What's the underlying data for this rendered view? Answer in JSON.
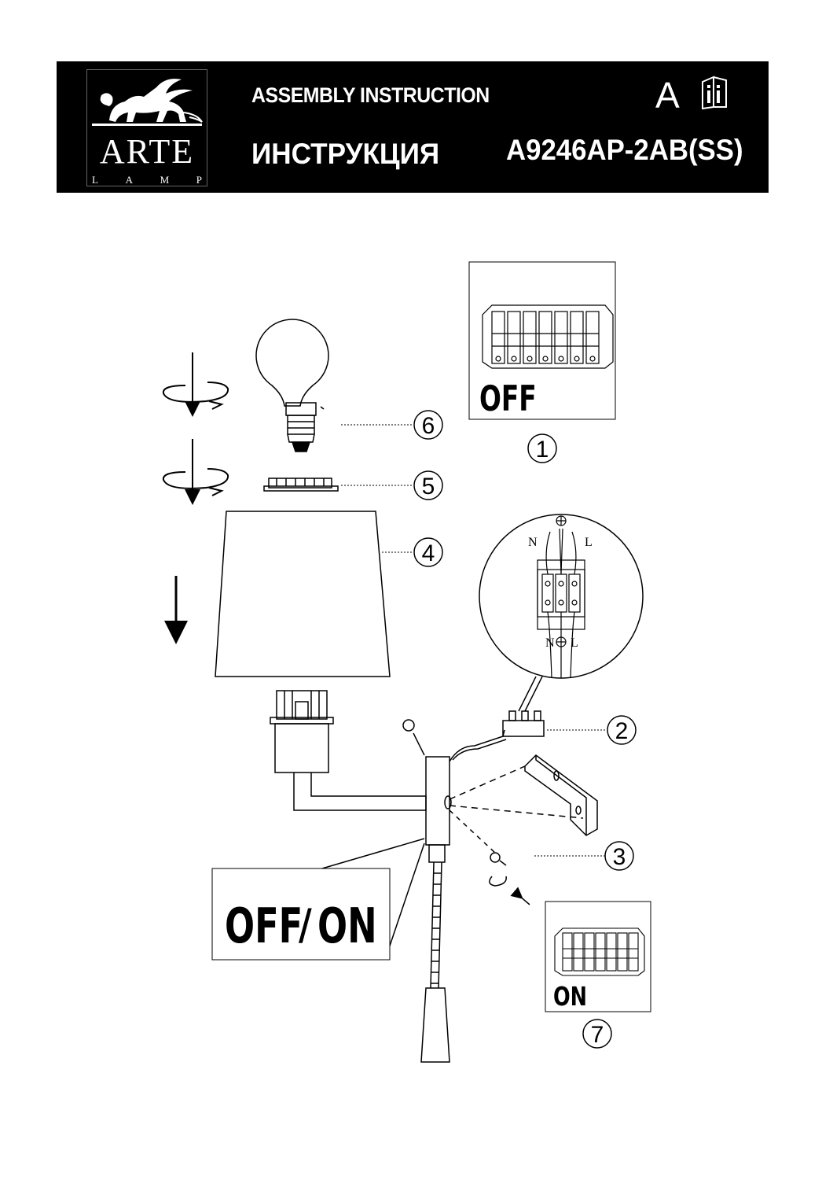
{
  "header": {
    "logo_brand": "ARTE",
    "logo_sub": [
      "L",
      "A",
      "M",
      "P"
    ],
    "title_en": "ASSEMBLY INSTRUCTION",
    "title_ru": "ИНСТРУКЦИЯ",
    "letter": "A",
    "model": "A9246AP-2AB(SS)",
    "icon": "manual-info-icon"
  },
  "labels": {
    "n1": "1",
    "n2": "2",
    "n3": "3",
    "n4": "4",
    "n5": "5",
    "n6": "6",
    "n7": "7"
  },
  "switch_states": {
    "box1": "OFF",
    "box7": "ON",
    "off": "OFF",
    "slash": "/",
    "on": "ON"
  },
  "wiring": {
    "n_top": "N",
    "l_top": "L",
    "n_bottom": "N",
    "l_bottom": "L"
  }
}
